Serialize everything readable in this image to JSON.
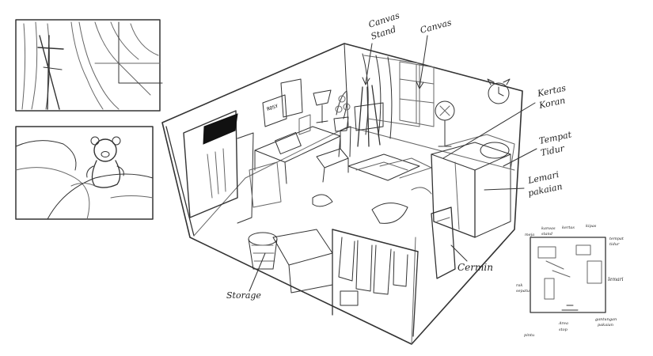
{
  "labels": {
    "canvas_stand": [
      "Canvas",
      "Stand"
    ],
    "canvas": "Canvas",
    "kertas_koran": [
      "Kertas",
      "Koran"
    ],
    "tempat_tidur": [
      "Tempat",
      "Tidur"
    ],
    "lemari_pakaian": [
      "Lemari",
      "pakaian"
    ],
    "cermin": "Cermin",
    "storage": "Storage",
    "sign_text": "ROSY"
  },
  "floorplan_labels": {
    "meja": "meja",
    "kanvas": "kanvas",
    "kertas": "kertas",
    "kipas": "kipas",
    "stand": "stand",
    "tempat_tidur": [
      "tempat",
      "tidur"
    ],
    "lemari": "lemari",
    "rak_sepatu": [
      "rak",
      "sepatu"
    ],
    "pintu": "pintu",
    "area_stop": [
      "Area",
      "stop"
    ],
    "gantungan": [
      "gantungan",
      "pakaian"
    ]
  },
  "colors": {
    "ink": "#333333",
    "light_ink": "#666666",
    "paper": "#ffffff"
  }
}
